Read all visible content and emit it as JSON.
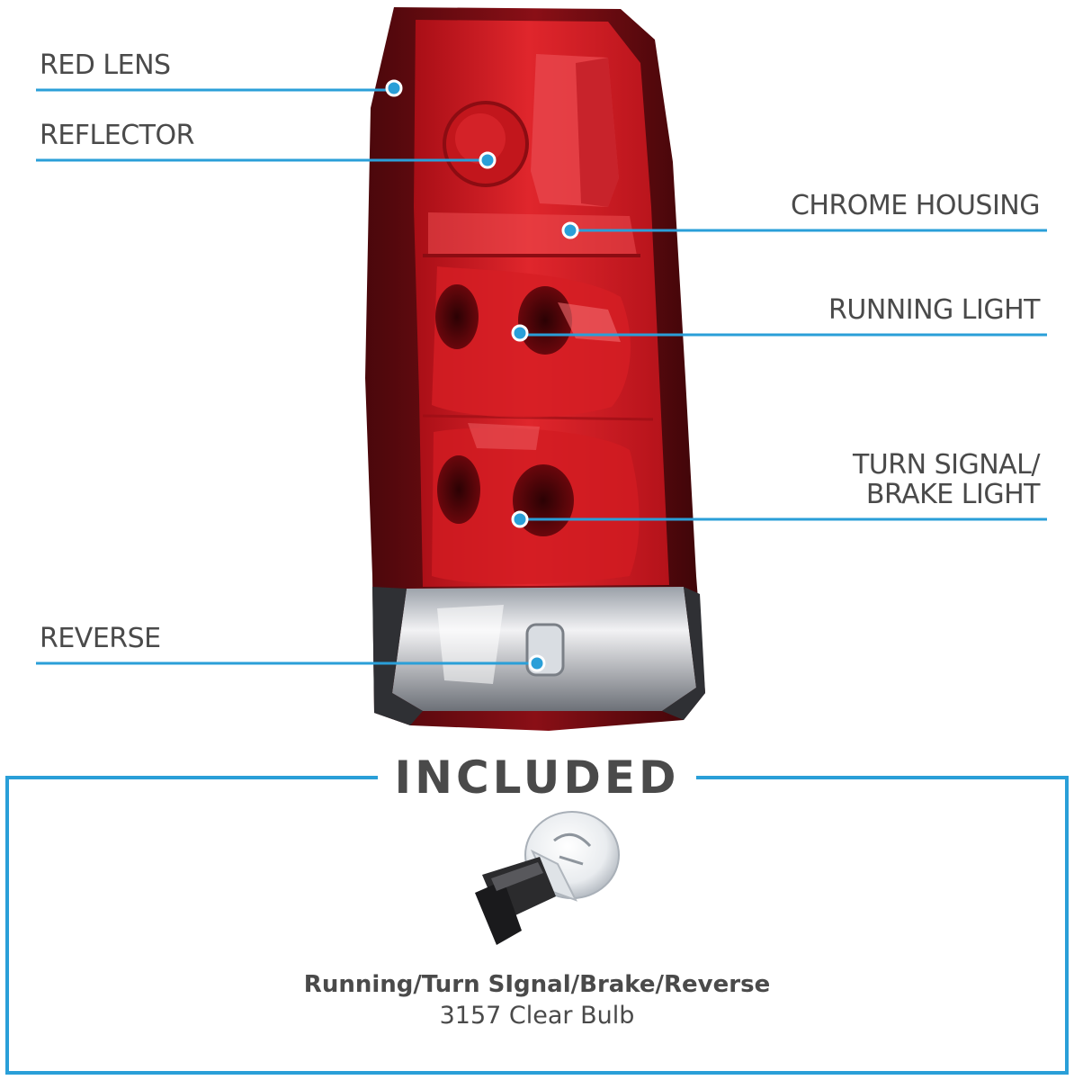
{
  "callouts": {
    "red_lens": "RED LENS",
    "reflector": "REFLECTOR",
    "chrome_housing": "CHROME HOUSING",
    "running_light": "RUNNING LIGHT",
    "turn_signal_line1": "TURN SIGNAL/",
    "turn_signal_line2": "BRAKE LIGHT",
    "reverse": "REVERSE"
  },
  "included": {
    "title": "INCLUDED",
    "bulb_usage": "Running/Turn SIgnal/Brake/Reverse",
    "bulb_type": "3157 Clear Bulb"
  },
  "colors": {
    "accent_blue": "#2a9fd8",
    "label_gray": "#4a4a4a",
    "lens_red": "#c8151b",
    "lens_dark_red": "#5a0a0e",
    "smoke_clear": "#d8d8dc"
  }
}
